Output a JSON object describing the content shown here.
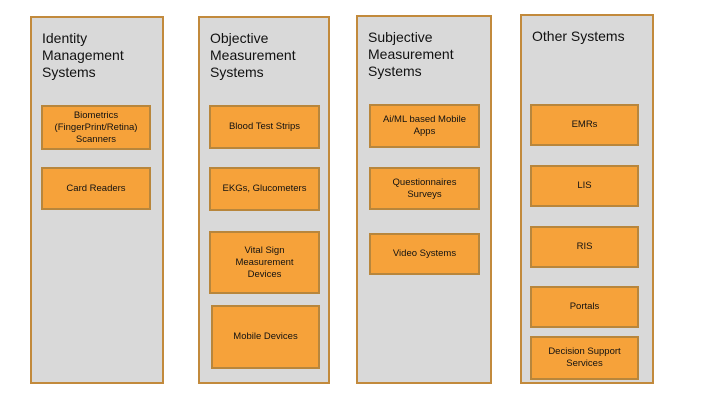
{
  "columns": [
    {
      "title": "Identity\nManagement\nSystems",
      "items": [
        "Biometrics\n(FingerPrint/Retina)\nScanners",
        "Card Readers"
      ]
    },
    {
      "title": "Objective\nMeasurement\nSystems",
      "items": [
        "Blood Test Strips",
        "EKGs, Glucometers",
        "Vital Sign\nMeasurement\nDevices",
        "Mobile Devices"
      ]
    },
    {
      "title": "Subjective\nMeasurement\nSystems",
      "items": [
        "Ai/ML based Mobile\nApps",
        "Questionnaires\nSurveys",
        "Video Systems"
      ]
    },
    {
      "title": "Other Systems",
      "items": [
        "EMRs",
        "LIS",
        "RIS",
        "Portals",
        "Decision Support\nServices"
      ]
    }
  ],
  "colors": {
    "column_fill": "#d9d9d9",
    "column_border": "#c28a3c",
    "item_fill": "#f6a23a",
    "item_border": "#b8863c"
  }
}
